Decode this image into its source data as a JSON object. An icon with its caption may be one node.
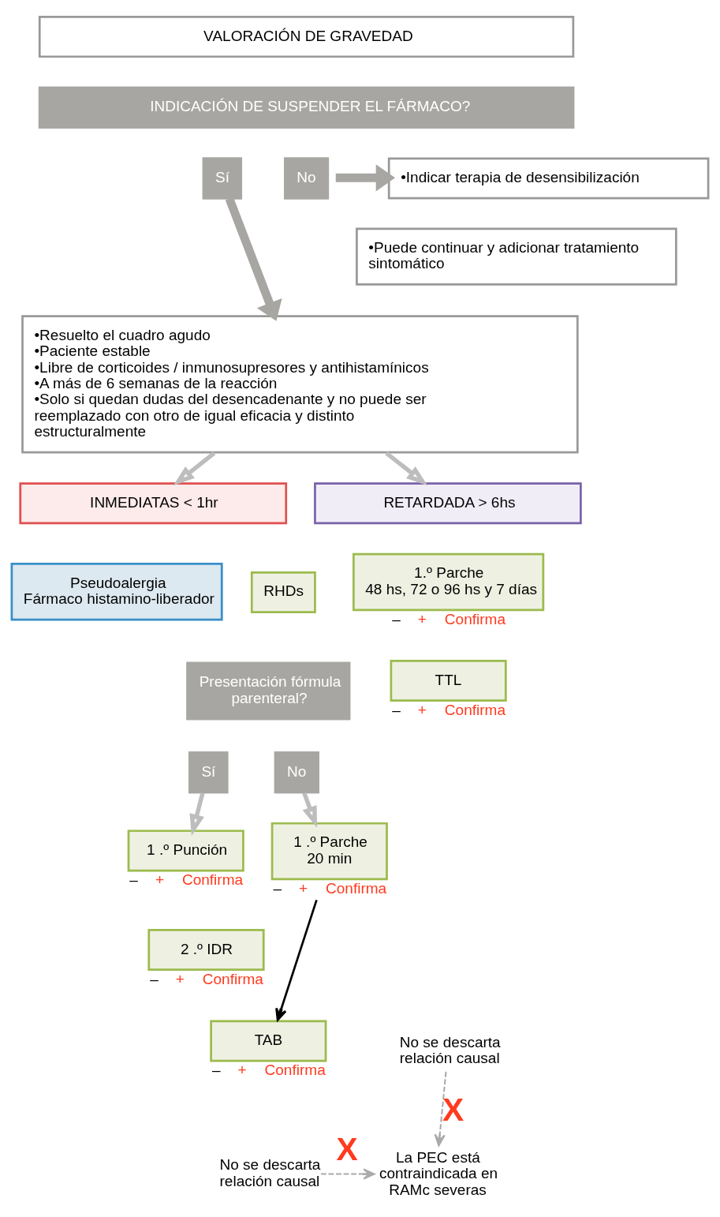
{
  "diagram": {
    "nodes": [
      {
        "text": [
          "VALORACIÓN DE GRAVEDAD"
        ]
      },
      {
        "text": [
          "INDICACIÓN DE SUSPENDER EL FÁRMACO?"
        ]
      },
      {
        "text": [
          "Sí"
        ]
      },
      {
        "text": [
          "No"
        ]
      },
      {
        "text": [
          "•Indicar terapia de desensibilización"
        ]
      },
      {
        "text": [
          "•Puede continuar y adicionar tratamiento sintomático"
        ]
      },
      {
        "text": [
          "•Resuelto el cuadro agudo",
          "•Paciente estable",
          "•Libre de corticoides / inmunosupresores y antihistamínicos",
          "•A más de 6 semanas de la reacción",
          "•Solo si quedan dudas del desencadenante y no puede ser reemplazado con otro de igual eficacia y distinto estructuralmente"
        ]
      },
      {
        "text": [
          "INMEDIATAS < 1hr"
        ]
      },
      {
        "text": [
          "Pseudoalergia",
          "Fármaco histamino-liberador"
        ]
      },
      {
        "text": [
          "RHDs"
        ]
      },
      {
        "text": [
          "RETARDADA > 6hs"
        ]
      },
      {
        "text": [
          "1.º Parche",
          "48 hs, 72 o 96 hs y 7 días"
        ],
        "beside": [
          "–",
          "+",
          "Confirma"
        ]
      },
      {
        "text": [
          "Presentación fórmula parenteral?"
        ]
      },
      {
        "text": [
          "Sí"
        ]
      },
      {
        "text": [
          "No"
        ]
      },
      {
        "text": [
          "TTL"
        ],
        "beside": [
          "–",
          "+",
          "Confirma"
        ]
      },
      {
        "text": [
          "1 .º Punción"
        ],
        "beside": [
          "–",
          "+",
          "Confirma"
        ]
      },
      {
        "text": [
          "1 .º Parche",
          "20 min"
        ],
        "beside": [
          "–",
          "+",
          "Confirma"
        ]
      },
      {
        "text": [
          "2 .º IDR"
        ],
        "beside": [
          "–",
          "+",
          "Confirma"
        ]
      },
      {
        "text": [
          "TAB"
        ],
        "beside": [
          "–",
          "+",
          "Confirma"
        ]
      },
      {
        "text": [
          "No se descarta relación causal"
        ]
      },
      {
        "text": [
          "No se descarta relación causal"
        ]
      },
      {
        "text": [
          "La PEC está contraindicada en RAMc severas"
        ]
      }
    ],
    "edges": [
      {
        "from": 2,
        "to": 6,
        "arrow": "to",
        "style": "thick",
        "color": "#a8a6a2"
      },
      {
        "from": 3,
        "to": 4,
        "arrow": "to",
        "style": "thick",
        "color": "#a8a6a2"
      },
      {
        "from": 6,
        "to": 7,
        "arrow": "to"
      },
      {
        "from": 6,
        "to": 10,
        "arrow": "to"
      },
      {
        "from": 13,
        "to": 16,
        "arrow": "to"
      },
      {
        "from": 14,
        "to": 17,
        "arrow": "to"
      },
      {
        "from": 17,
        "to": 19,
        "arrow": "to",
        "color": "#000000"
      },
      {
        "from": 20,
        "to": 22,
        "arrow": "to",
        "style": "dashed",
        "color": "#aaaaaa",
        "label": "X"
      },
      {
        "from": 21,
        "to": 22,
        "arrow": "to",
        "style": "dashed",
        "color": "#aaaaaa",
        "label": "X"
      }
    ]
  }
}
